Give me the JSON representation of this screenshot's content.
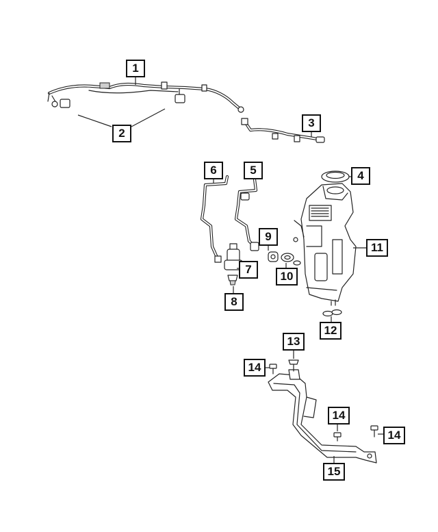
{
  "callouts": {
    "c1": "1",
    "c2": "2",
    "c3": "3",
    "c4": "4",
    "c5": "5",
    "c6": "6",
    "c7": "7",
    "c8": "8",
    "c9": "9",
    "c10": "10",
    "c11": "11",
    "c12": "12",
    "c13": "13",
    "c14a": "14",
    "c14b": "14",
    "c14c": "14",
    "c15": "15"
  }
}
